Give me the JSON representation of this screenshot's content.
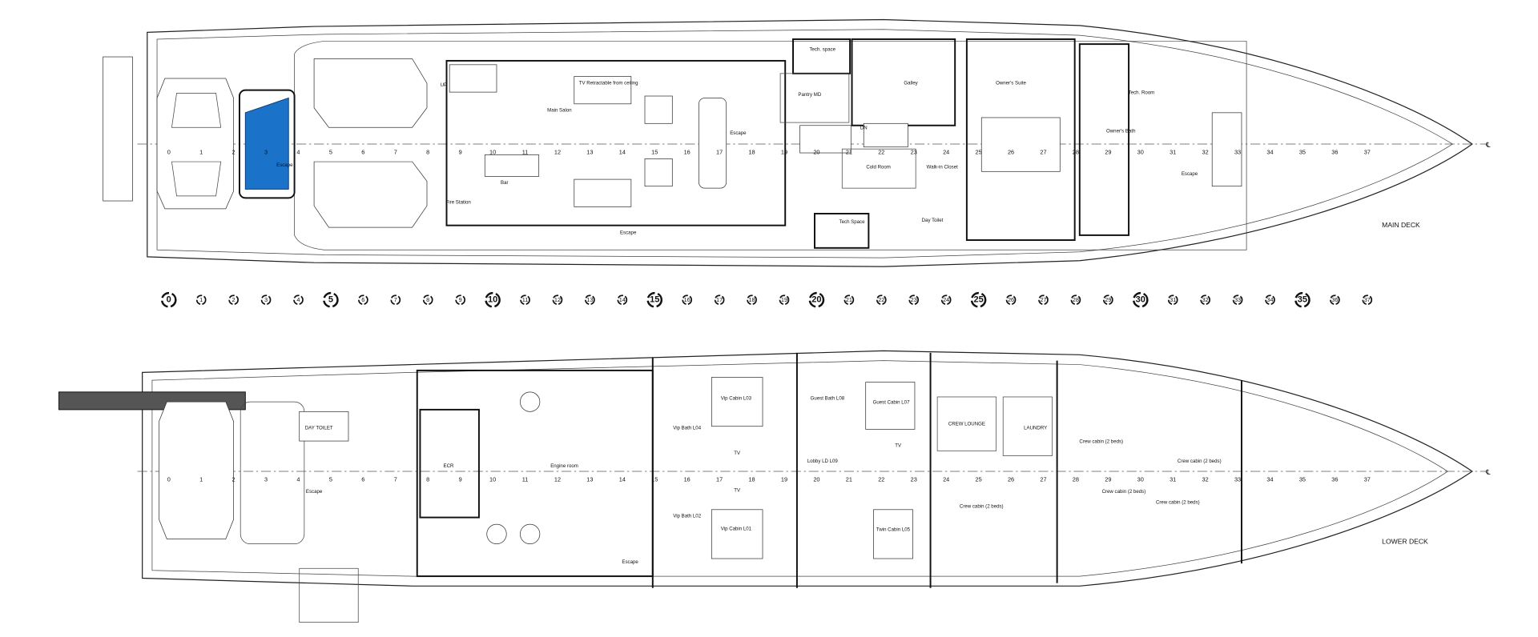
{
  "decks": {
    "main": {
      "title": "MAIN DECK",
      "rooms": {
        "main_salon": "Main Salon",
        "bar": "Bar",
        "tech_space_top": "Tech. space",
        "pantry": "Pantry MD",
        "galley": "Galley",
        "cold_room": "Cold Room",
        "walk_in": "Walk-in Closet",
        "owners_suite": "Owner's Suite",
        "owners_bath": "Owner's Bath",
        "tech_room": "Tech. Room",
        "tech_space_bottom": "Tech Space",
        "day_toilet": "Day Toilet",
        "fire_station": "Fire Station",
        "escape": "Escape",
        "tv_note": "TV Retractable from ceiling",
        "up": "UP",
        "dn": "DN"
      }
    },
    "lower": {
      "title": "LOWER DECK",
      "rooms": {
        "engine_room": "Engine room",
        "ecr": "ECR",
        "day_toilet": "DAY TOILET",
        "vip_cabin_l03": "Vip Cabin L03",
        "vip_bath_l04": "Vip Bath L04",
        "vip_bath_l02": "Vip Bath L02",
        "vip_cabin_l01": "Vip Cabin L01",
        "guest_bath_l08": "Guest Bath L08",
        "guest_cabin_l07": "Guest Cabin L07",
        "lobby": "Lobby LD L09",
        "twin_cabin_l05": "Twin Cabin L05",
        "crew_lounge": "CREW LOUNGE",
        "laundry": "LAUNDRY",
        "crew_cabin": "Crew cabin (2 beds)",
        "tv": "TV",
        "escape": "Escape"
      }
    }
  },
  "frames": [
    "0",
    "1",
    "2",
    "3",
    "4",
    "5",
    "6",
    "7",
    "8",
    "9",
    "10",
    "11",
    "12",
    "13",
    "14",
    "15",
    "16",
    "17",
    "18",
    "19",
    "20",
    "21",
    "22",
    "23",
    "24",
    "25",
    "26",
    "27",
    "28",
    "29",
    "30",
    "31",
    "32",
    "33",
    "34",
    "35",
    "36",
    "37"
  ],
  "centerline_symbol": "℄",
  "colors": {
    "pool": "#1a73c8",
    "line": "#222222"
  }
}
